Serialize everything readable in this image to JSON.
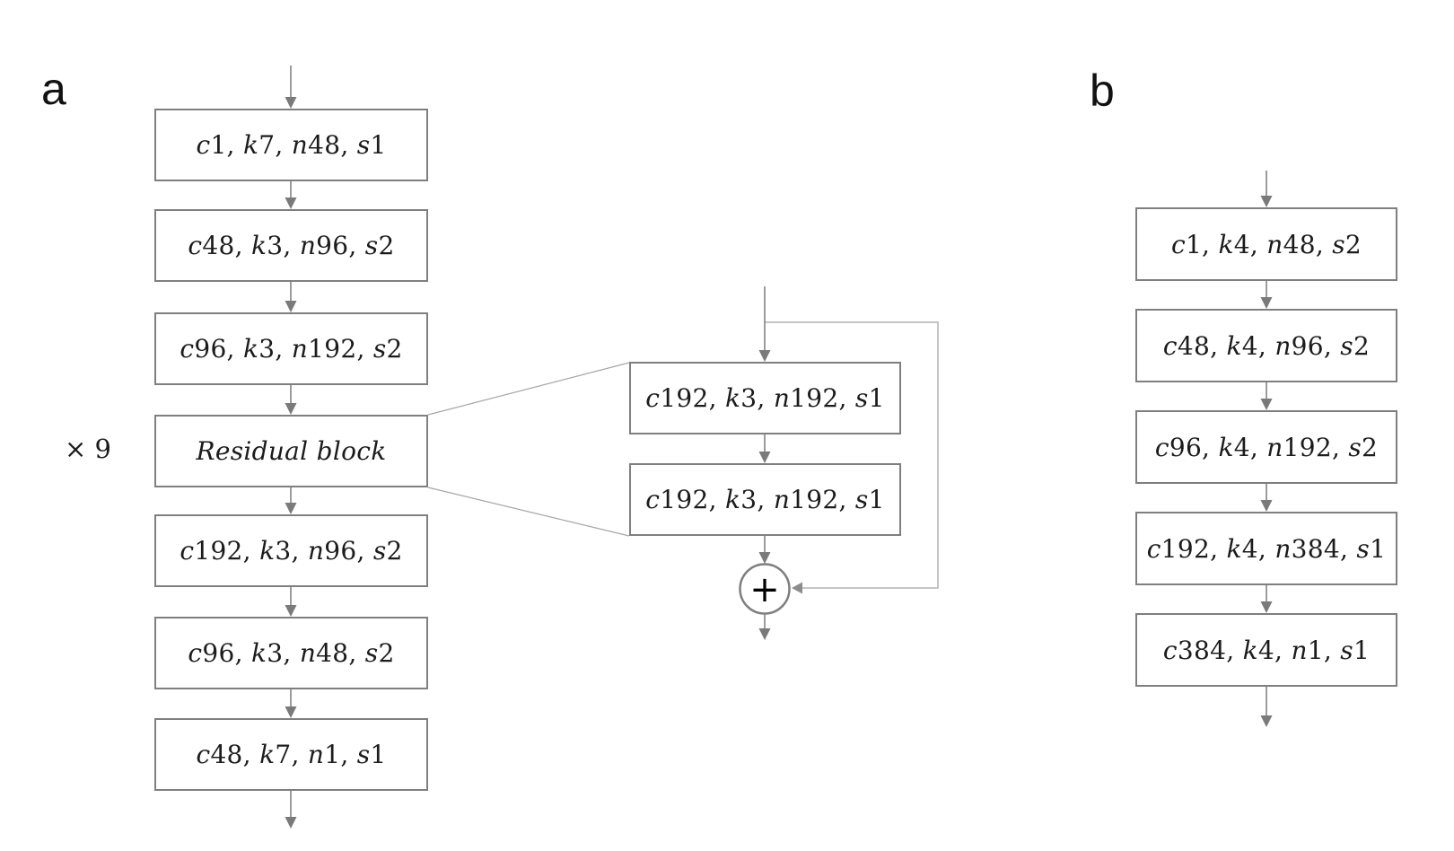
{
  "figure": {
    "panel_a": {
      "label": "a",
      "multiplier_label": "× 9",
      "boxes": [
        {
          "label": "c1, k7, n48, s1"
        },
        {
          "label": "c48, k3, n96, s2"
        },
        {
          "label": "c96, k3, n192, s2"
        },
        {
          "label": "Residual block"
        },
        {
          "label": "c192, k3, n96, s2"
        },
        {
          "label": "c96, k3, n48, s2"
        },
        {
          "label": "c48, k7, n1, s1"
        }
      ]
    },
    "residual_detail": {
      "boxes": [
        {
          "label": "c192, k3, n192, s1"
        },
        {
          "label": "c192, k3, n192, s1"
        }
      ],
      "plus_label": "+"
    },
    "panel_b": {
      "label": "b",
      "boxes": [
        {
          "label": "c1, k4, n48, s2"
        },
        {
          "label": "c48, k4, n96, s2"
        },
        {
          "label": "c96, k4, n192, s2"
        },
        {
          "label": "c192, k4, n384, s1"
        },
        {
          "label": "c384, k4, n1, s1"
        }
      ]
    },
    "colors": {
      "box_border": "#7f7f7f",
      "arrow": "#7a7a7a",
      "skip_line": "#b3b3b3",
      "expansion_line": "#a6a6a6",
      "text": "#1c1c1c"
    }
  }
}
